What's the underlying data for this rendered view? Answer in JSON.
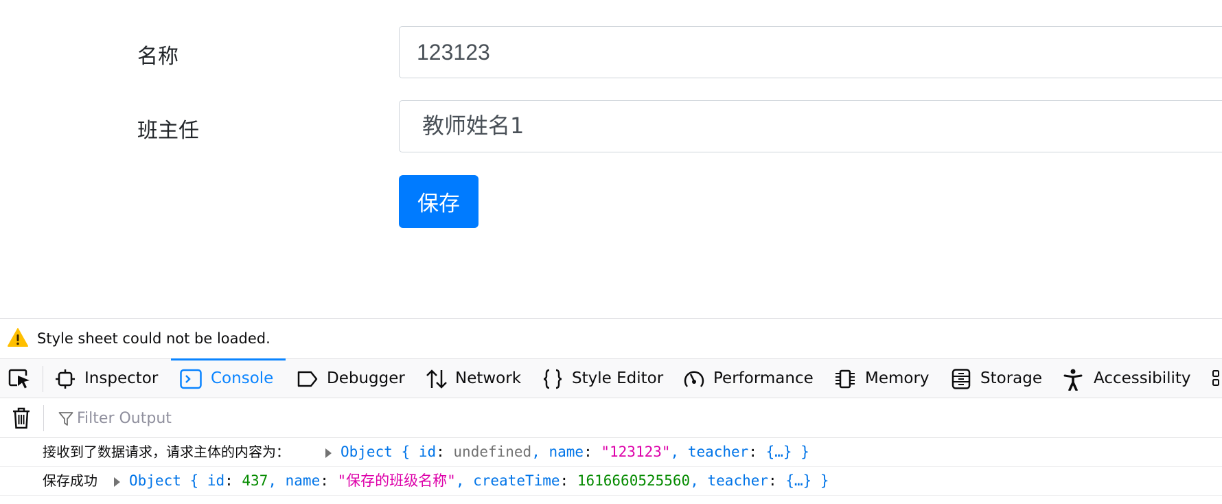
{
  "form": {
    "name_label": "名称",
    "name_value": "123123",
    "teacher_label": "班主任",
    "teacher_value": "教师姓名1",
    "save_label": "保存",
    "primary_color": "#007bff"
  },
  "warning": {
    "icon": "warning-icon",
    "text": "Style sheet could not be loaded."
  },
  "devtools": {
    "tabs": [
      {
        "label": "Inspector",
        "icon": "inspector-icon"
      },
      {
        "label": "Console",
        "icon": "console-icon"
      },
      {
        "label": "Debugger",
        "icon": "debugger-icon"
      },
      {
        "label": "Network",
        "icon": "network-icon"
      },
      {
        "label": "Style Editor",
        "icon": "style-editor-icon"
      },
      {
        "label": "Performance",
        "icon": "performance-icon"
      },
      {
        "label": "Memory",
        "icon": "memory-icon"
      },
      {
        "label": "Storage",
        "icon": "storage-icon"
      },
      {
        "label": "Accessibility",
        "icon": "accessibility-icon"
      }
    ],
    "active_tab": "Console",
    "accent_color": "#0a84ff"
  },
  "console": {
    "filter_placeholder": "Filter Output",
    "logs": [
      {
        "message": "接收到了数据请求，请求主体的内容为：",
        "obj": {
          "prefix": "Object {",
          "k1": "id",
          "v1": "undefined",
          "k2": "name",
          "v2": "\"123123\"",
          "k3": "teacher",
          "v3": "{…}",
          "suffix": "}"
        }
      },
      {
        "message": "保存成功",
        "obj": {
          "prefix": "Object {",
          "k1": "id",
          "v1": "437",
          "k2": "name",
          "v2": "\"保存的班级名称\"",
          "k3": "createTime",
          "v3": "1616660525560",
          "k4": "teacher",
          "v4": "{…}",
          "suffix": "}"
        }
      }
    ]
  }
}
